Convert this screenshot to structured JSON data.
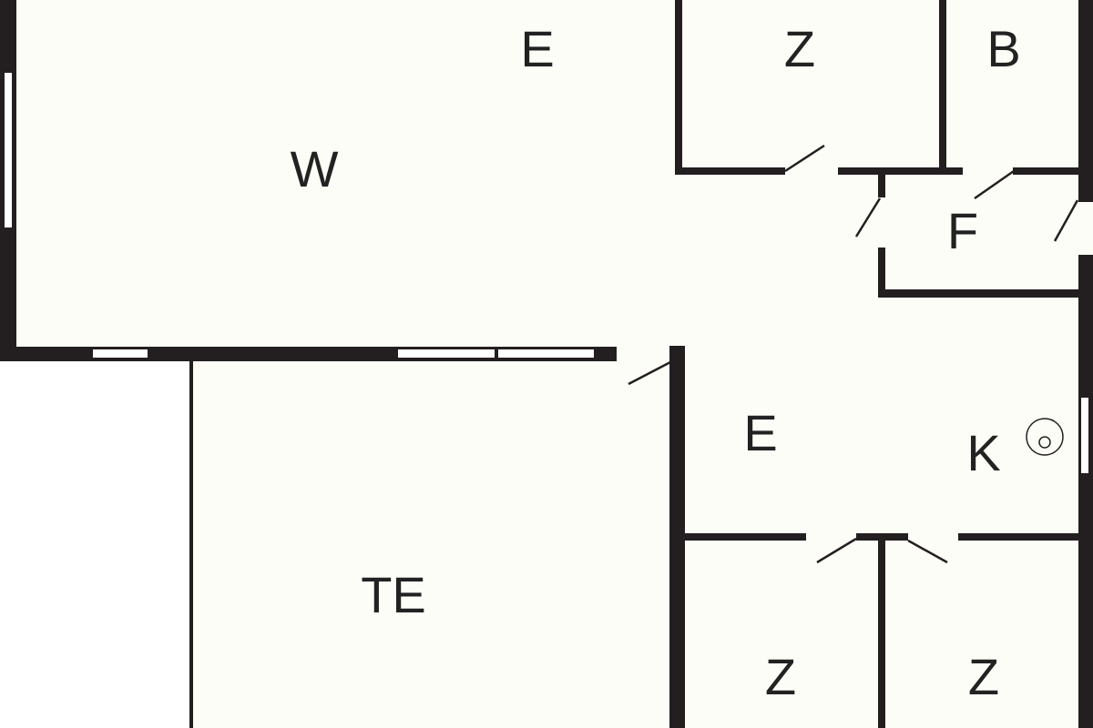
{
  "rooms": [
    {
      "id": "e-top",
      "label": "E"
    },
    {
      "id": "z-top",
      "label": "Z"
    },
    {
      "id": "b",
      "label": "B"
    },
    {
      "id": "w",
      "label": "W"
    },
    {
      "id": "f",
      "label": "F"
    },
    {
      "id": "e-mid",
      "label": "E"
    },
    {
      "id": "k",
      "label": "K"
    },
    {
      "id": "te",
      "label": "TE"
    },
    {
      "id": "z-bottom-left",
      "label": "Z"
    },
    {
      "id": "z-bottom-right",
      "label": "Z"
    }
  ],
  "colors": {
    "wall": "#231f20",
    "floor": "#fdfdf7",
    "outside": "#ffffff"
  }
}
